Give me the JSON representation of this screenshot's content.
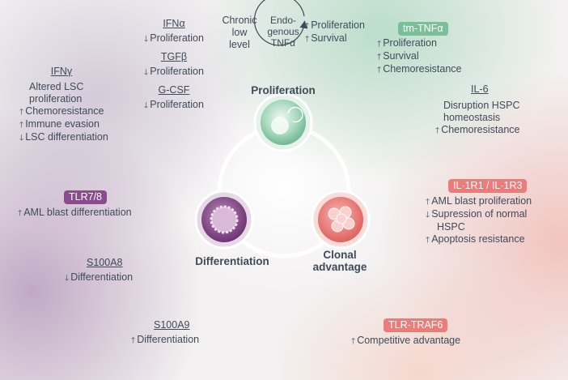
{
  "nodes": {
    "proliferation": "Proliferation",
    "differentiation": "Differentiation",
    "clonal": [
      "Clonal",
      "advantage"
    ]
  },
  "chronic": {
    "label": [
      "Chronic",
      "low",
      "level"
    ],
    "endo": [
      "Endo-",
      "genous",
      "TNFα"
    ],
    "effects": [
      "Proliferation",
      "Survival"
    ]
  },
  "ifna": {
    "title": "IFNα",
    "effects": [
      "Proliferation"
    ]
  },
  "tgfb": {
    "title": "TGFβ",
    "effects": [
      "Proliferation"
    ]
  },
  "gcsf": {
    "title": "G-CSF",
    "effects": [
      "Proliferation"
    ]
  },
  "ifng": {
    "title": "IFNγ",
    "text": [
      "Altered LSC",
      "proliferation"
    ],
    "effects": [
      "Chemoresistance",
      "Immune evasion",
      "LSC differentiation"
    ]
  },
  "tmtnf": {
    "title": "tm-TNFα",
    "effects": [
      "Proliferation",
      "Survival",
      "Chemoresistance"
    ]
  },
  "il6": {
    "title": "IL-6",
    "text": [
      "Disruption HSPC",
      "homeostasis"
    ],
    "effects": [
      "Chemoresistance"
    ]
  },
  "il1": {
    "title": "IL-1R1 / IL-1R3",
    "effects": [
      "AML blast proliferation",
      "Supression of normal",
      "HSPC",
      "Apoptosis resistance"
    ]
  },
  "tlr78": {
    "title": "TLR7/8",
    "effects": [
      "AML blast differentiation"
    ]
  },
  "s100a8": {
    "title": "S100A8",
    "effects": [
      "Differentiation"
    ]
  },
  "s100a9": {
    "title": "S100A9",
    "effects": [
      "Differentiation"
    ]
  },
  "tlrtraf6": {
    "title": "TLR-TRAF6",
    "effects": [
      "Competitive advantage"
    ]
  },
  "colors": {
    "green": "#7bbf9a",
    "purple": "#8a4c8f",
    "red": "#ec7c79",
    "text": "#3f4a5a"
  },
  "icons": {
    "up": "arrow-up-icon",
    "down": "arrow-down-icon"
  }
}
